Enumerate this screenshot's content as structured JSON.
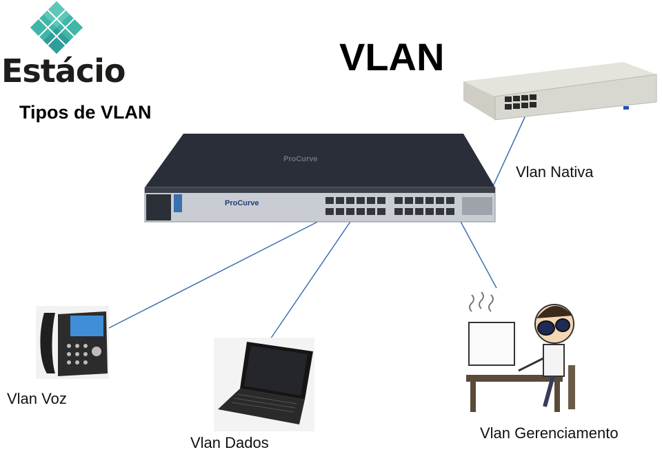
{
  "brand": {
    "logo_text": "Estácio"
  },
  "slide": {
    "title": "VLAN",
    "subtitle": "Tipos de VLAN"
  },
  "devices": {
    "main_switch": {
      "brand": "ProCurve",
      "icon": "network-switch-icon"
    },
    "native_switch": {
      "icon": "network-switch-icon"
    },
    "phone": {
      "icon": "ip-phone-icon"
    },
    "laptop": {
      "icon": "laptop-icon"
    },
    "admin": {
      "icon": "admin-at-computer-icon"
    }
  },
  "labels": {
    "nativa": "Vlan Nativa",
    "voz": "Vlan Voz",
    "dados": "Vlan Dados",
    "gerenciamento": "Vlan Gerenciamento"
  },
  "colors": {
    "link": "#3a6fb0",
    "logo_teal": "#3fb6a8",
    "switch_dark": "#2a2e38",
    "switch_body": "#c9ccd2"
  }
}
